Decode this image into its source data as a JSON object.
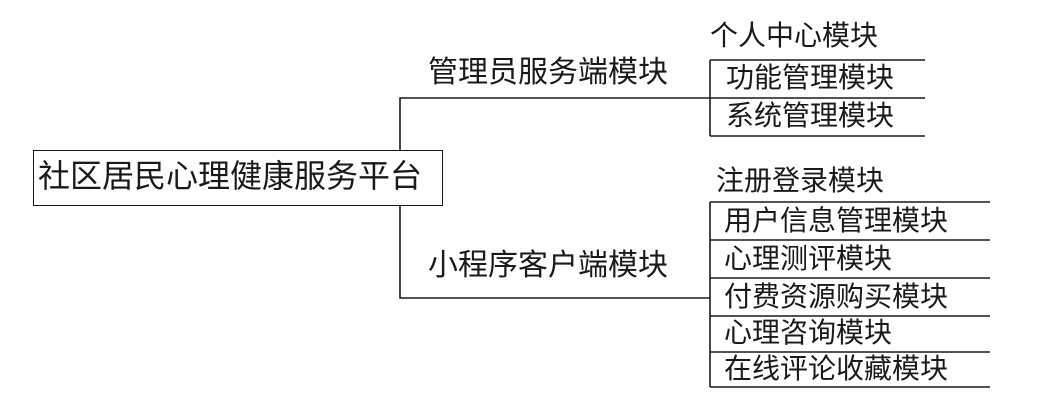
{
  "root": {
    "label": "社区居民心理健康服务平台"
  },
  "branches": [
    {
      "label": "管理员服务端模块",
      "modules": [
        "个人中心模块",
        "功能管理模块",
        "系统管理模块"
      ]
    },
    {
      "label": "小程序客户端模块",
      "modules": [
        "注册登录模块",
        "用户信息管理模块",
        "心理测评模块",
        "付费资源购买模块",
        "心理咨询模块",
        "在线评论收藏模块"
      ]
    }
  ]
}
